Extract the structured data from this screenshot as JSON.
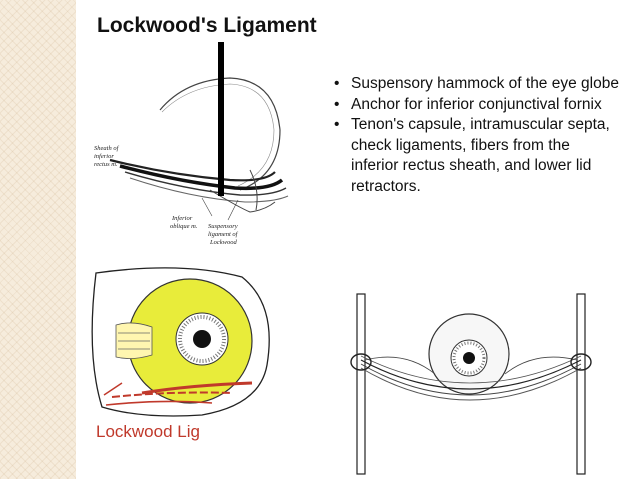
{
  "slide": {
    "title": "Lockwood's Ligament",
    "bullets": [
      "Suspensory hammock of the eye globe",
      "Anchor for inferior conjunctival fornix",
      "Tenon's capsule, intramuscular septa, check ligaments, fibers from the inferior rectus sheath, and lower lid retractors."
    ]
  },
  "figure1": {
    "labels": {
      "sheath_line1": "Sheath of",
      "sheath_line2": "inferior",
      "sheath_line3": "rectus m.",
      "oblique_line1": "Inferior",
      "oblique_line2": "oblique m.",
      "suspensory_line1": "Suspensory",
      "suspensory_line2": "ligament of",
      "suspensory_line3": "Lockwood"
    }
  },
  "figure2": {
    "caption": "Lockwood Lig"
  },
  "colors": {
    "caption": "#c0392b",
    "globe": "#e8ec3a",
    "ligament": "#c0392b"
  }
}
